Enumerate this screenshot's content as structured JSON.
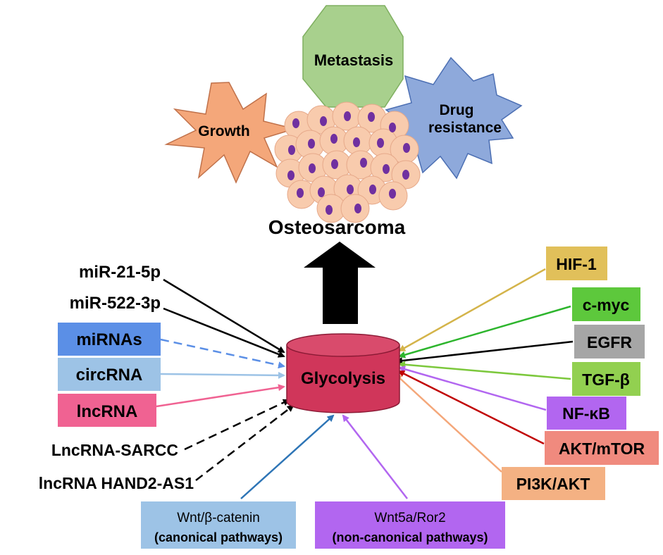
{
  "top": {
    "metastasis": "Metastasis",
    "growth": "Growth",
    "drug_line1": "Drug",
    "drug_line2": "resistance",
    "title": "Osteosarcoma"
  },
  "center": {
    "label": "Glycolysis"
  },
  "left": {
    "mir21": "miR-21-5p",
    "mir522": "miR-522-3p",
    "mirnas": "miRNAs",
    "circrna": "circRNA",
    "lncrna": "lncRNA",
    "sarcc": "LncRNA-SARCC",
    "hand2": "lncRNA HAND2-AS1"
  },
  "right": {
    "hif1": "HIF-1",
    "cmyc": "c-myc",
    "egfr": "EGFR",
    "tgfb": "TGF-β",
    "nfkb": "NF-κB",
    "aktmtor": "AKT/mTOR",
    "pi3kakt": "PI3K/AKT"
  },
  "bottom": {
    "wnt_line1": "Wnt/β-catenin",
    "wnt_line2": "(canonical pathways)",
    "wnt5a_line1": "Wnt5a/Ror2",
    "wnt5a_line2": "(non-canonical pathways)"
  },
  "colors": {
    "growth": "#F4A77A",
    "metastasis": "#A8D08D",
    "drug": "#8EA9DB",
    "cell": "#F8CBAD",
    "nucleus": "#7030A0",
    "cylinder": "#D0365A",
    "mirnas": "#5B8FE6",
    "circrna": "#9DC3E6",
    "lncrna": "#F06292",
    "hif1": "#E1C05A",
    "cmyc": "#5DC83C",
    "egfr": "#A6A6A6",
    "tgfb": "#92D050",
    "nfkb": "#B266F0",
    "aktmtor": "#F08A7E",
    "pi3kakt": "#F4B183",
    "wnt": "#9DC3E6",
    "wnt5a": "#B266F0"
  }
}
